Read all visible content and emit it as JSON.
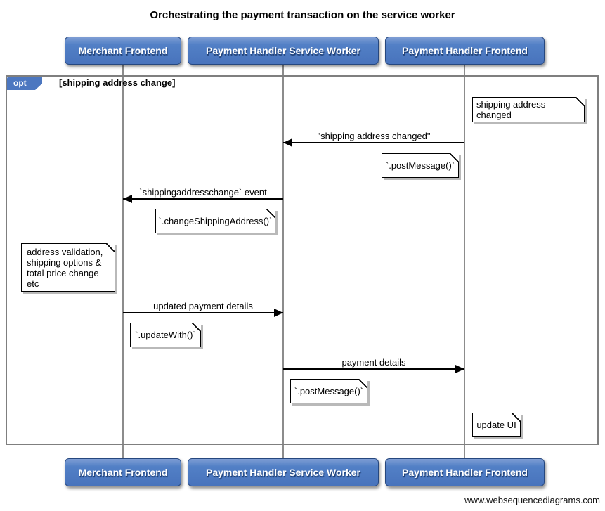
{
  "title": "Orchestrating the payment transaction on the service worker",
  "watermark": "www.websequencediagrams.com",
  "colors": {
    "actor_blue": "#4c77c0",
    "actor_border": "#26477e",
    "frame_gray": "#7f7f7f",
    "lifeline_gray": "#8c8c8c",
    "note_shadow": "#b9b9b9",
    "arrow_black": "#000000",
    "note_bg": "#ffffff"
  },
  "actors": [
    {
      "label": "Merchant Frontend"
    },
    {
      "label": "Payment Handler Service Worker"
    },
    {
      "label": "Payment Handler Frontend"
    }
  ],
  "fragment": {
    "operator": "opt",
    "guard": "[shipping address change]"
  },
  "messages": [
    {
      "label": "\"shipping address changed\"",
      "from": "Payment Handler Frontend",
      "to": "Payment Handler Service Worker",
      "direction": "left"
    },
    {
      "label": "`shippingaddresschange` event",
      "from": "Payment Handler Service Worker",
      "to": "Merchant Frontend",
      "direction": "left"
    },
    {
      "label": "updated payment details",
      "from": "Merchant Frontend",
      "to": "Payment Handler Service Worker",
      "direction": "right"
    },
    {
      "label": "payment details",
      "from": "Payment Handler Service Worker",
      "to": "Payment Handler Frontend",
      "direction": "right"
    }
  ],
  "notes": [
    {
      "text": "shipping address changed"
    },
    {
      "text": "`.postMessage()`"
    },
    {
      "text": "`.changeShippingAddress()`"
    },
    {
      "text": "address validation,\nshipping options &\ntotal price change etc"
    },
    {
      "text": "`.updateWith()`"
    },
    {
      "text": "`.postMessage()`"
    },
    {
      "text": "update UI"
    }
  ]
}
